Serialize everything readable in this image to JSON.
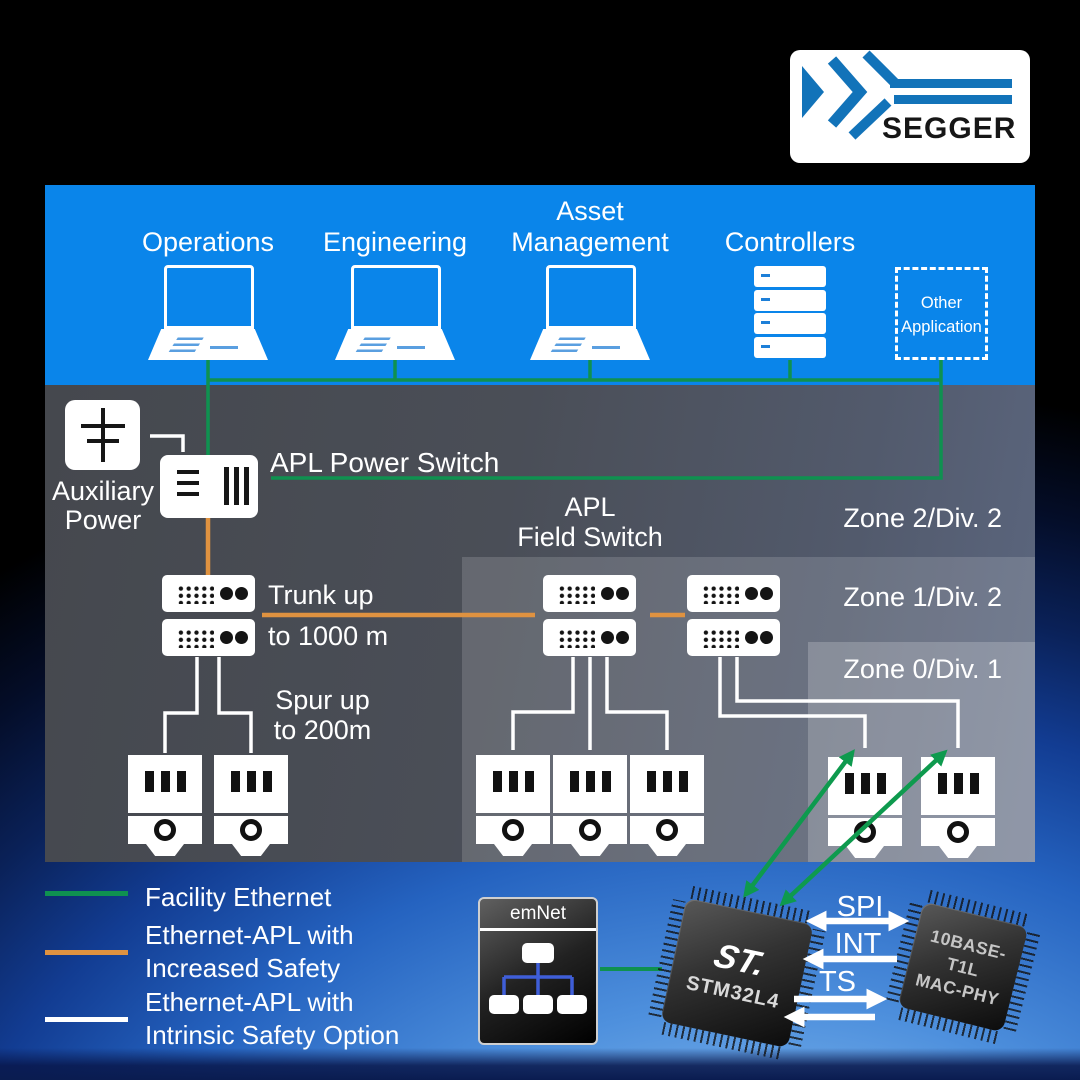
{
  "logo": {
    "brand": "SEGGER"
  },
  "colors": {
    "enterprise_blue": "#0a85ea",
    "facility_green": "#0f9150",
    "apl_orange": "#df9240",
    "panel_gray": "#4a4e57",
    "white": "#ffffff"
  },
  "icons": {
    "workstation": "laptop-icon",
    "controllers": "server-stack-icon",
    "auxiliary_power": "power-source-icon",
    "power_switch": "switch-ports-icon",
    "field_switch": "switch-grid-icon",
    "field_device": "transmitter-icon"
  },
  "enterprise_layer": {
    "operations": "Operations",
    "engineering": "Engineering",
    "asset_management": "Asset\nManagement",
    "controllers": "Controllers",
    "other_application": "Other\nApplication"
  },
  "field_layer": {
    "auxiliary_power": "Auxiliary\nPower",
    "apl_power_switch": "APL Power Switch",
    "apl_field_switch": "APL\nField Switch",
    "trunk_label_1": "Trunk up",
    "trunk_label_2": "to 1000 m",
    "spur_label": "Spur up\nto 200m",
    "zones": [
      {
        "label": "Zone 2/Div. 2"
      },
      {
        "label": "Zone 1/Div. 2"
      },
      {
        "label": "Zone 0/Div. 1"
      }
    ]
  },
  "legend": [
    {
      "label": "Facility Ethernet",
      "color": "#0f9150"
    },
    {
      "label": "Ethernet-APL with\nIncreased Safety",
      "color": "#df9240"
    },
    {
      "label": "Ethernet-APL with\nIntrinsic Safety Option",
      "color": "#ffffff"
    }
  ],
  "implementation": {
    "emnet": "emNet",
    "st_logo": "ST.",
    "mcu": "STM32L4",
    "phy": "10BASE-T1L\nMAC-PHY",
    "signals": [
      "SPI",
      "INT",
      "TS"
    ]
  }
}
